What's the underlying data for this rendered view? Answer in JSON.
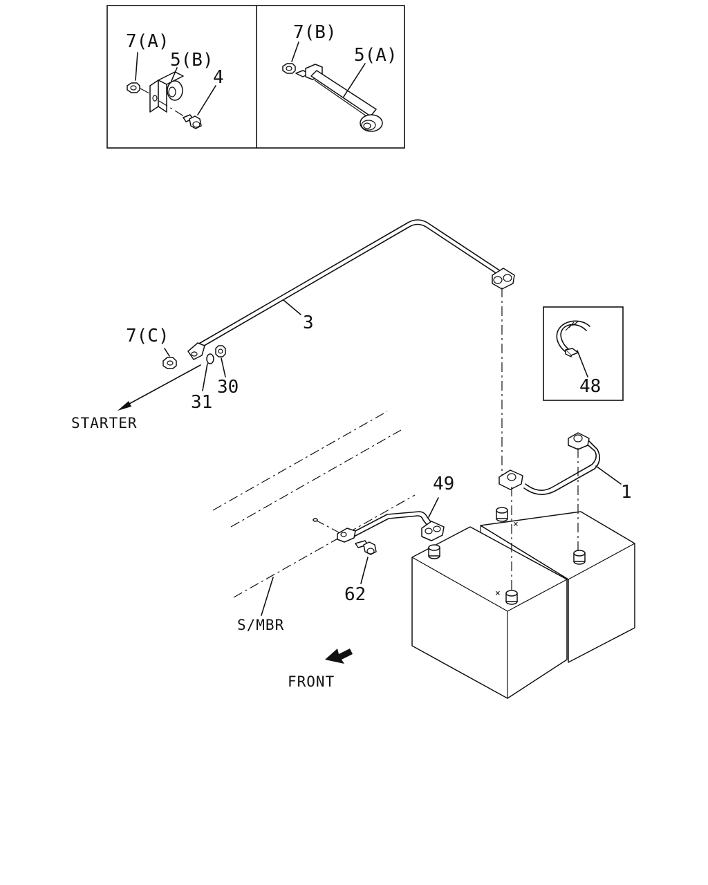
{
  "callouts": {
    "inset_a_7": "7(A)",
    "inset_a_5": "5(B)",
    "inset_a_4": "4",
    "inset_b_7": "7(B)",
    "inset_b_5": "5(A)",
    "cable_3": "3",
    "nut_7c": "7(C)",
    "washer_31": "31",
    "nut_30": "30",
    "clip_48": "48",
    "cable_1": "1",
    "cable_49": "49",
    "bolt_62": "62"
  },
  "directions": {
    "starter": "STARTER",
    "side_member": "S/MBR",
    "front": "FRONT"
  }
}
